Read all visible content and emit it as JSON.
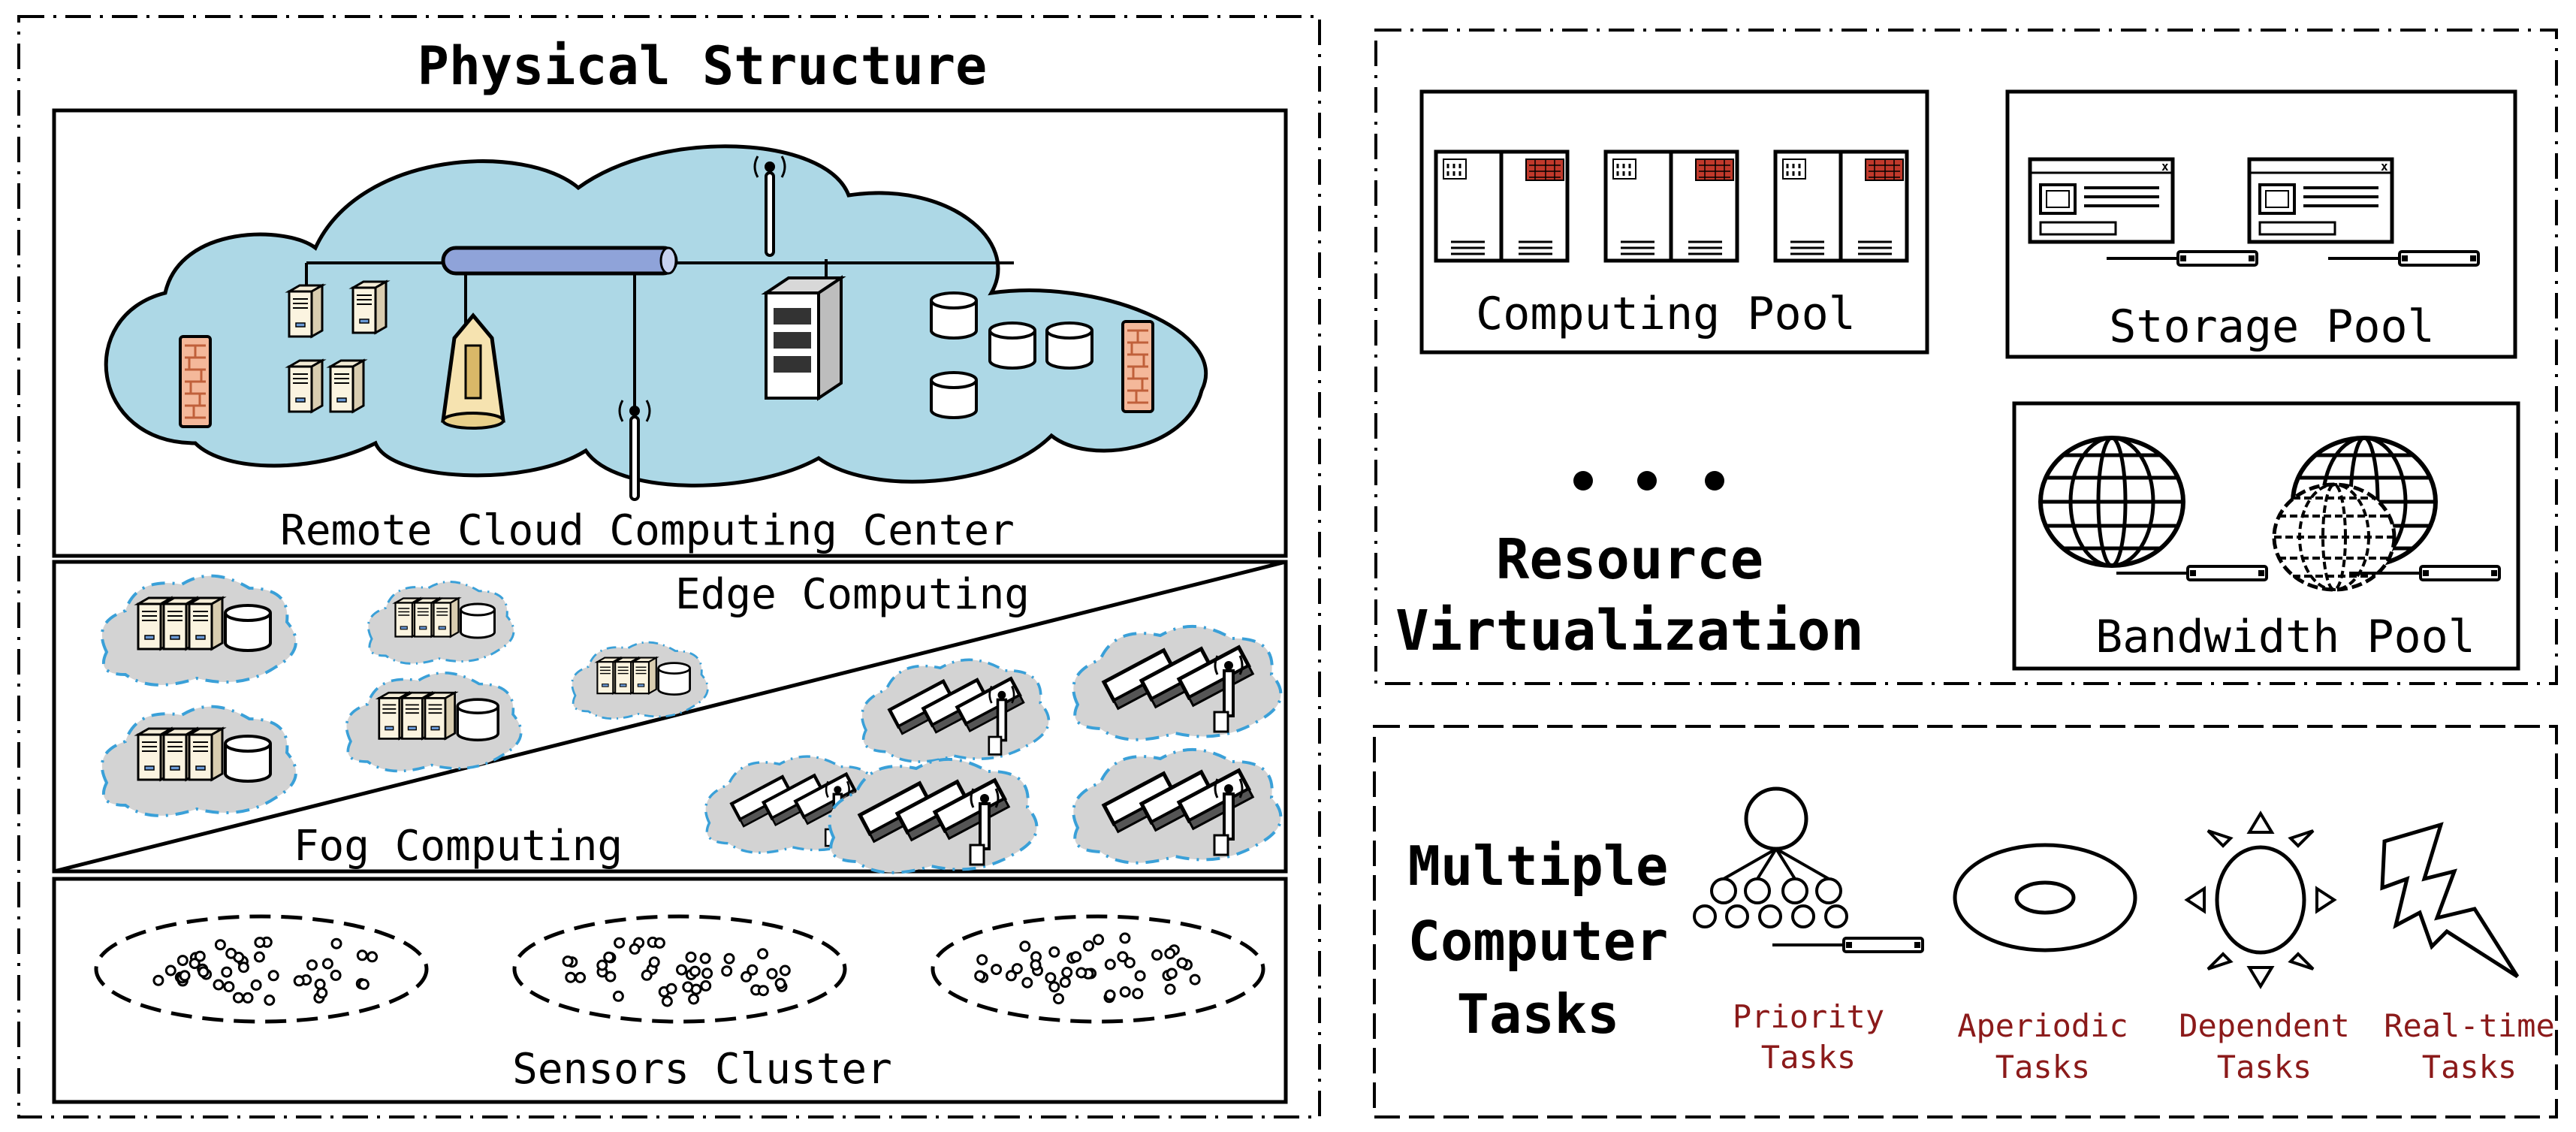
{
  "physical": {
    "title": "Physical Structure",
    "cloud_label": "Remote Cloud Computing Center",
    "edge_label": "Edge Computing",
    "fog_label": "Fog Computing",
    "sensors_label": "Sensors Cluster"
  },
  "virtualization": {
    "computing_pool": "Computing Pool",
    "storage_pool": "Storage Pool",
    "bandwidth_pool": "Bandwidth Pool",
    "title_line1": "Resource",
    "title_line2": "Virtualization"
  },
  "tasks": {
    "title_line1": "Multiple",
    "title_line2": "Computer",
    "title_line3": "Tasks",
    "priority": [
      "Priority",
      "Tasks"
    ],
    "aperiodic": [
      "Aperiodic",
      "Tasks"
    ],
    "dependent": [
      "Dependent",
      "Tasks"
    ],
    "realtime": [
      "Real-time",
      "Tasks"
    ]
  },
  "colors": {
    "cloud_fill": "#add8e6",
    "fog_cloud_fill": "#d3d3d3",
    "fog_cloud_outline": "#3aa0d8",
    "task_label": "#8b1a1a",
    "line": "#000000"
  }
}
